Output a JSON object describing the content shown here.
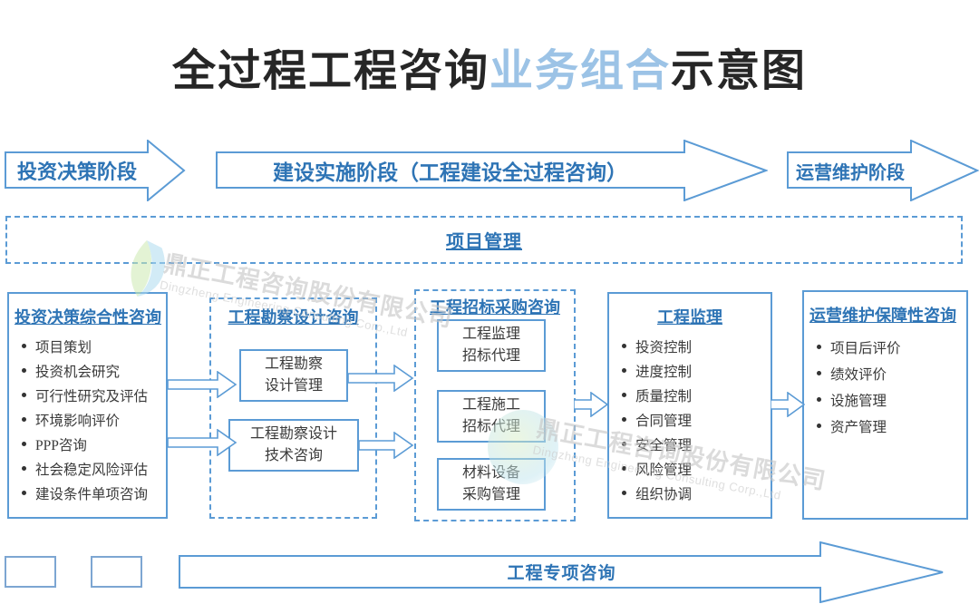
{
  "title": {
    "part1": "全过程工程咨询",
    "part2": "业务组合",
    "part3": "示意图"
  },
  "stages": [
    {
      "label": "投资决策阶段"
    },
    {
      "label": "建设实施阶段（工程建设全过程咨询）"
    },
    {
      "label": "运营维护阶段"
    }
  ],
  "project_management": {
    "label": "项目管理"
  },
  "columns": [
    {
      "title": "投资决策综合性咨询",
      "items": [
        "项目策划",
        "投资机会研究",
        "可行性研究及评估",
        "环境影响评价",
        "PPP咨询",
        "社会稳定风险评估",
        "建设条件单项咨询"
      ]
    },
    {
      "title": "工程勘察设计咨询",
      "boxes": [
        {
          "line1": "工程勘察",
          "line2": "设计管理"
        },
        {
          "line1": "工程勘察设计",
          "line2": "技术咨询"
        }
      ]
    },
    {
      "title": "工程招标采购咨询",
      "boxes": [
        {
          "line1": "工程监理",
          "line2": "招标代理"
        },
        {
          "line1": "工程施工",
          "line2": "招标代理"
        },
        {
          "line1": "材料设备",
          "line2": "采购管理"
        }
      ]
    },
    {
      "title": "工程监理",
      "items": [
        "投资控制",
        "进度控制",
        "质量控制",
        "合同管理",
        "安全管理",
        "风险管理",
        "组织协调"
      ]
    },
    {
      "title": "运营维护保障性咨询",
      "items": [
        "项目后评价",
        "绩效评价",
        "设施管理",
        "资产管理"
      ]
    }
  ],
  "bottom_arrow": {
    "label": "工程专项咨询"
  },
  "watermark": {
    "cn": "鼎正工程咨询股份有限公司",
    "en": "Dingzheng Engineering Consulting Corp.,Ltd",
    "logo_icon": "leaf-logo"
  },
  "colors": {
    "accent_blue": "#5B9BD5",
    "text_blue": "#2E74B5",
    "title_highlight": "#9CC3E6",
    "dark_text": "#262626",
    "body_text": "#3a3a3a",
    "watermark_gray": "#c6c6c6"
  }
}
